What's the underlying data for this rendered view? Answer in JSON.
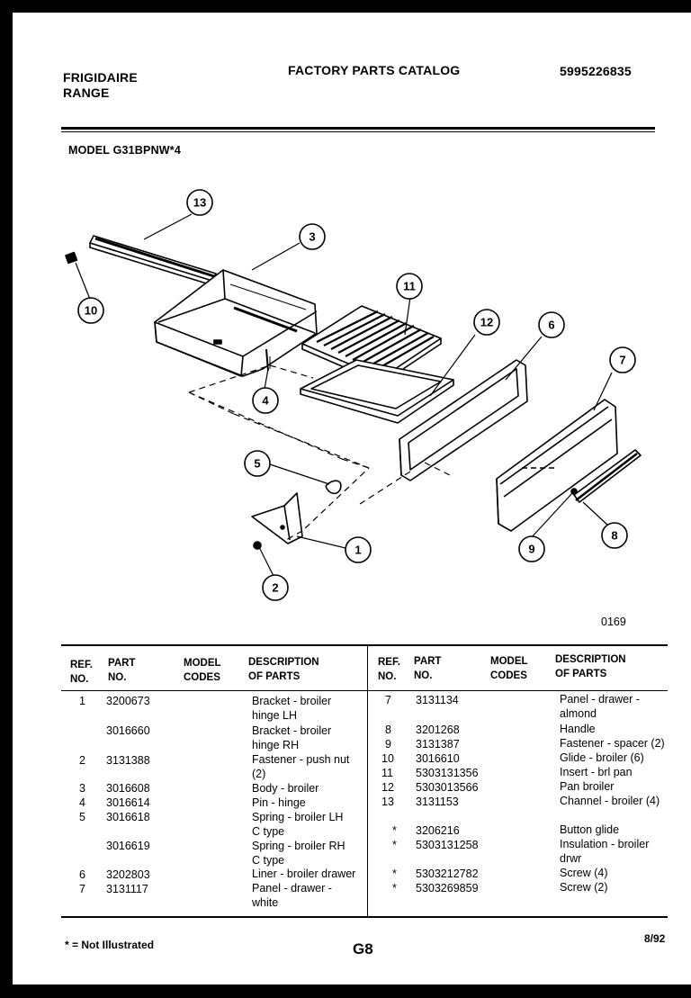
{
  "header": {
    "brand_line1": "FRIGIDAIRE",
    "brand_line2": "RANGE",
    "title": "FACTORY PARTS CATALOG",
    "catalog_number": "5995226835",
    "model": "MODEL G31BPNW*4"
  },
  "diagram": {
    "drawing_number": "0169",
    "callouts": [
      "13",
      "3",
      "10",
      "11",
      "12",
      "6",
      "7",
      "4",
      "5",
      "1",
      "2",
      "9",
      "8"
    ]
  },
  "table": {
    "headers": {
      "ref_no": "REF.\nNO.",
      "part_no": "PART\nNO.",
      "model_codes": "MODEL\nCODES",
      "description": "DESCRIPTION\nOF PARTS"
    },
    "left_rows": [
      {
        "ref": "1",
        "part": "3200673",
        "desc": "Bracket - broiler\nhinge LH"
      },
      {
        "ref": "",
        "part": "3016660",
        "desc": "Bracket - broiler\nhinge RH"
      },
      {
        "ref": "2",
        "part": "3131388",
        "desc": "Fastener - push nut\n(2)"
      },
      {
        "ref": "3",
        "part": "3016608",
        "desc": "Body - broiler"
      },
      {
        "ref": "4",
        "part": "3016614",
        "desc": "Pin - hinge"
      },
      {
        "ref": "5",
        "part": "3016618",
        "desc": "Spring - broiler LH\nC type"
      },
      {
        "ref": "",
        "part": "3016619",
        "desc": "Spring - broiler RH\nC type"
      },
      {
        "ref": "6",
        "part": "3202803",
        "desc": "Liner - broiler drawer"
      },
      {
        "ref": "7",
        "part": "3131117",
        "desc": "Panel - drawer -\nwhite"
      }
    ],
    "right_rows": [
      {
        "ref": "7",
        "part": "3131134",
        "desc": "Panel - drawer -\nalmond"
      },
      {
        "ref": "8",
        "part": "3201268",
        "desc": "Handle"
      },
      {
        "ref": "9",
        "part": "3131387",
        "desc": "Fastener - spacer (2)"
      },
      {
        "ref": "10",
        "part": "3016610",
        "desc": "Glide - broiler (6)"
      },
      {
        "ref": "11",
        "part": "5303131356",
        "desc": "Insert - brl pan"
      },
      {
        "ref": "12",
        "part": "5303013566",
        "desc": "Pan broiler"
      },
      {
        "ref": "13",
        "part": "3131153",
        "desc": "Channel - broiler (4)"
      },
      {
        "ref": "*",
        "part": "3206216",
        "desc": "Button glide"
      },
      {
        "ref": "*",
        "part": "5303131258",
        "desc": "Insulation - broiler\ndrwr"
      },
      {
        "ref": "*",
        "part": "5303212782",
        "desc": "Screw (4)"
      },
      {
        "ref": "*",
        "part": "5303269859",
        "desc": "Screw (2)"
      }
    ]
  },
  "footer": {
    "note": "* = Not Illustrated",
    "page": "G8",
    "date": "8/92"
  }
}
